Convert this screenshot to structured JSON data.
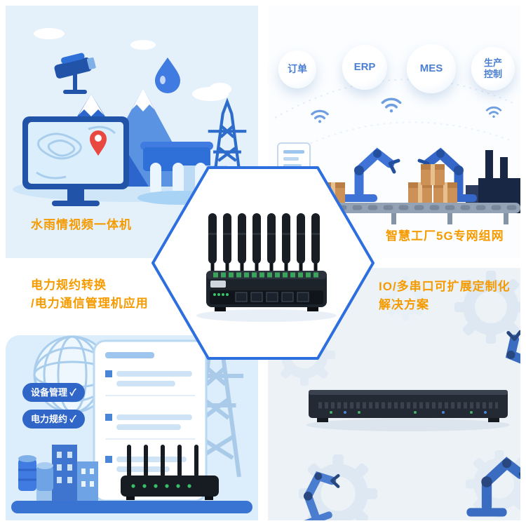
{
  "colors": {
    "caption_orange": "#f59b00",
    "bubble_text_blue": "#4a7fd0",
    "hexagon_border_blue": "#2e6fe0",
    "badge_blue": "#2f66c8",
    "illustration_blue": "#3f7be0",
    "light_blue_bg": "#e4f1fb"
  },
  "quadrants": {
    "top_left": {
      "caption": "水雨情视频一体机"
    },
    "top_right": {
      "bubbles": [
        "订单",
        "ERP",
        "MES",
        "生产控制"
      ],
      "caption": "智慧工厂5G专网组网"
    },
    "bottom_left": {
      "caption_line1": "电力规约转换",
      "caption_line2": "/电力通信管理机应用",
      "badges": [
        "设备管理 ✓",
        "电力规约 ✓"
      ]
    },
    "bottom_right": {
      "caption_line1": "IO/多串口可扩展定制化",
      "caption_line2": "解决方案"
    }
  }
}
